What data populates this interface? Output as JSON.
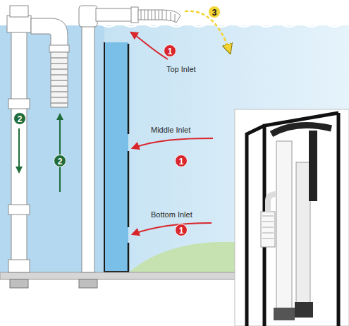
{
  "diagram": {
    "labels": [
      "3",
      "1",
      "Top Inlet",
      "2",
      "2",
      "Middle Inlet",
      "1",
      "Bottom Inlet",
      "1"
    ]
  }
}
